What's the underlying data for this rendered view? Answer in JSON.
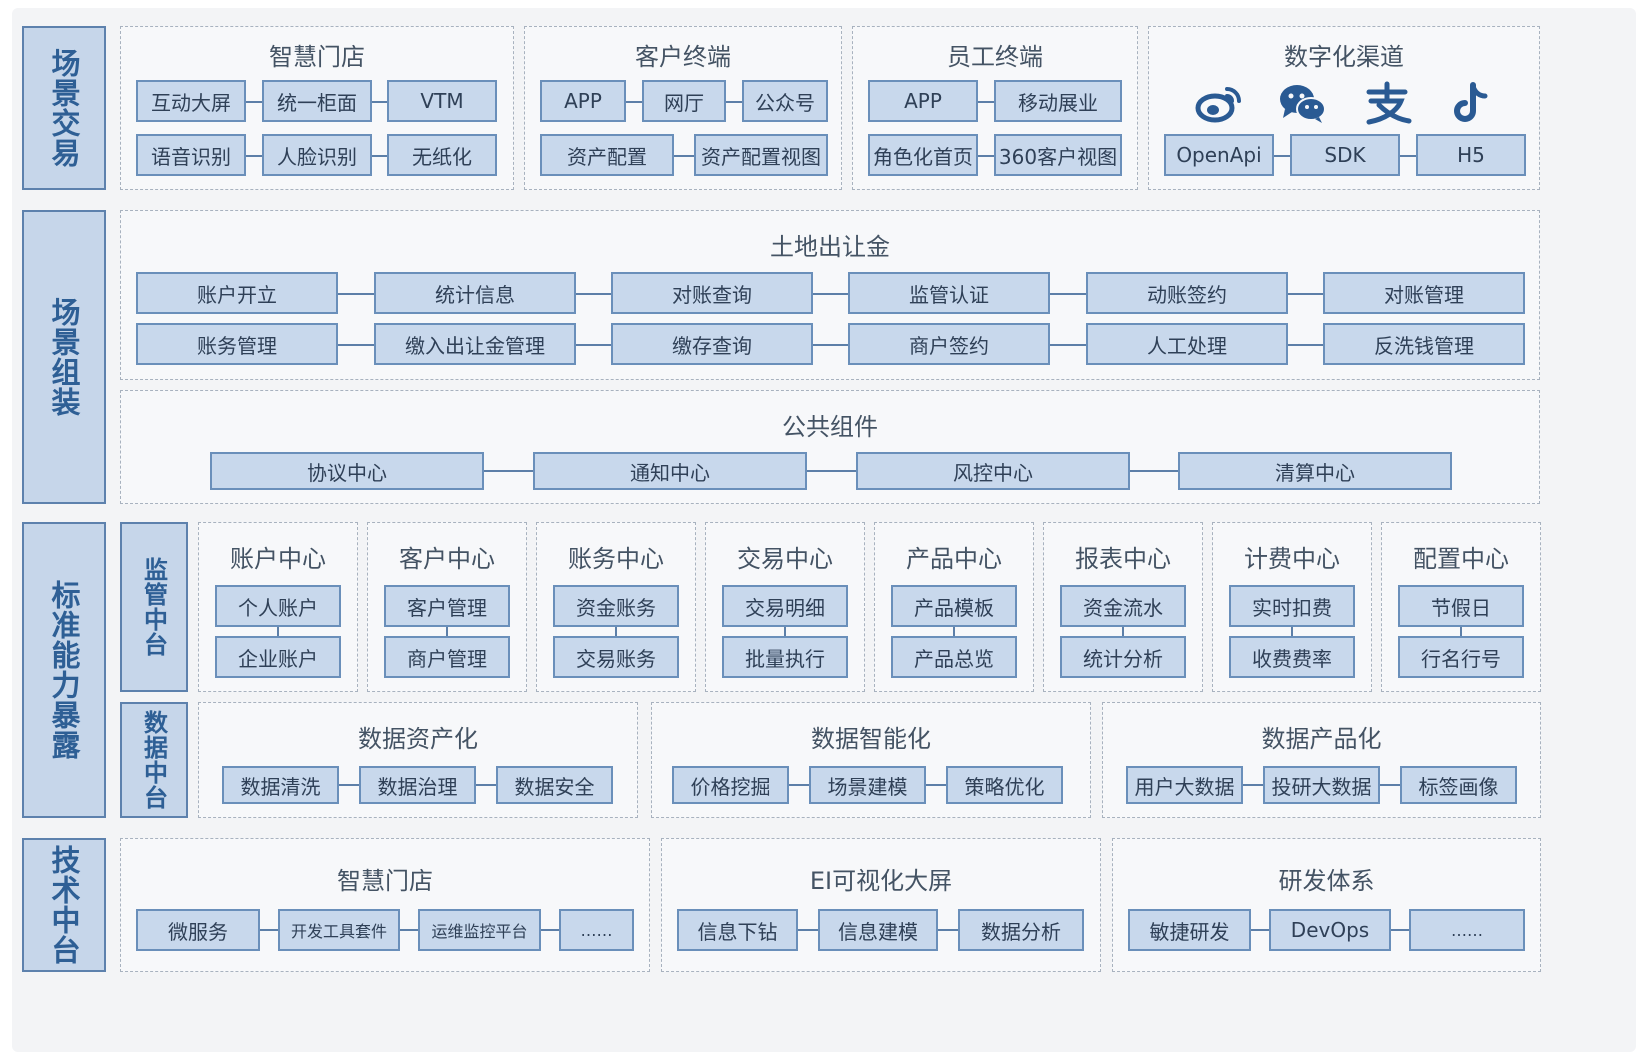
{
  "layers": {
    "scene_transaction": "场景交易",
    "scene_assembly": "场景组装",
    "standard_capability": "标准能力暴露",
    "tech_platform": "技术中台"
  },
  "sublayers": {
    "regulatory": "监管中台",
    "data": "数据中台"
  },
  "scene_transaction": {
    "smart_store": {
      "title": "智慧门店",
      "row1": [
        "互动大屏",
        "统一柜面",
        "VTM"
      ],
      "row2": [
        "语音识别",
        "人脸识别",
        "无纸化"
      ]
    },
    "customer_terminal": {
      "title": "客户终端",
      "row1": [
        "APP",
        "网厅",
        "公众号"
      ],
      "row2": [
        "资产配置",
        "资产配置视图"
      ]
    },
    "staff_terminal": {
      "title": "员工终端",
      "row1": [
        "APP",
        "移动展业"
      ],
      "row2": [
        "角色化首页",
        "360客户视图"
      ]
    },
    "digital_channel": {
      "title": "数字化渠道",
      "icons": [
        "weibo-icon",
        "wechat-icon",
        "alipay-icon",
        "tiktok-icon"
      ],
      "row2": [
        "OpenApi",
        "SDK",
        "H5"
      ]
    }
  },
  "land_fee": {
    "title": "土地出让金",
    "row1": [
      "账户开立",
      "统计信息",
      "对账查询",
      "监管认证",
      "动账签约",
      "对账管理"
    ],
    "row2": [
      "账务管理",
      "缴入出让金管理",
      "缴存查询",
      "商户签约",
      "人工处理",
      "反洗钱管理"
    ]
  },
  "common_components": {
    "title": "公共组件",
    "items": [
      "协议中心",
      "通知中心",
      "风控中心",
      "清算中心"
    ]
  },
  "centers": [
    {
      "title": "账户中心",
      "items": [
        "个人账户",
        "企业账户"
      ]
    },
    {
      "title": "客户中心",
      "items": [
        "客户管理",
        "商户管理"
      ]
    },
    {
      "title": "账务中心",
      "items": [
        "资金账务",
        "交易账务"
      ]
    },
    {
      "title": "交易中心",
      "items": [
        "交易明细",
        "批量执行"
      ]
    },
    {
      "title": "产品中心",
      "items": [
        "产品模板",
        "产品总览"
      ]
    },
    {
      "title": "报表中心",
      "items": [
        "资金流水",
        "统计分析"
      ]
    },
    {
      "title": "计费中心",
      "items": [
        "实时扣费",
        "收费费率"
      ]
    },
    {
      "title": "配置中心",
      "items": [
        "节假日",
        "行名行号"
      ]
    }
  ],
  "data_groups": [
    {
      "title": "数据资产化",
      "items": [
        "数据清洗",
        "数据治理",
        "数据安全"
      ]
    },
    {
      "title": "数据智能化",
      "items": [
        "价格挖掘",
        "场景建模",
        "策略优化"
      ]
    },
    {
      "title": "数据产品化",
      "items": [
        "用户大数据",
        "投研大数据",
        "标签画像"
      ]
    }
  ],
  "tech_groups": [
    {
      "title": "智慧门店",
      "items": [
        "微服务",
        "开发工具套件",
        "运维监控平台",
        "……"
      ]
    },
    {
      "title": "EI可视化大屏",
      "items": [
        "信息下钻",
        "信息建模",
        "数据分析"
      ]
    },
    {
      "title": "研发体系",
      "items": [
        "敏捷研发",
        "DevOps",
        "……"
      ]
    }
  ]
}
